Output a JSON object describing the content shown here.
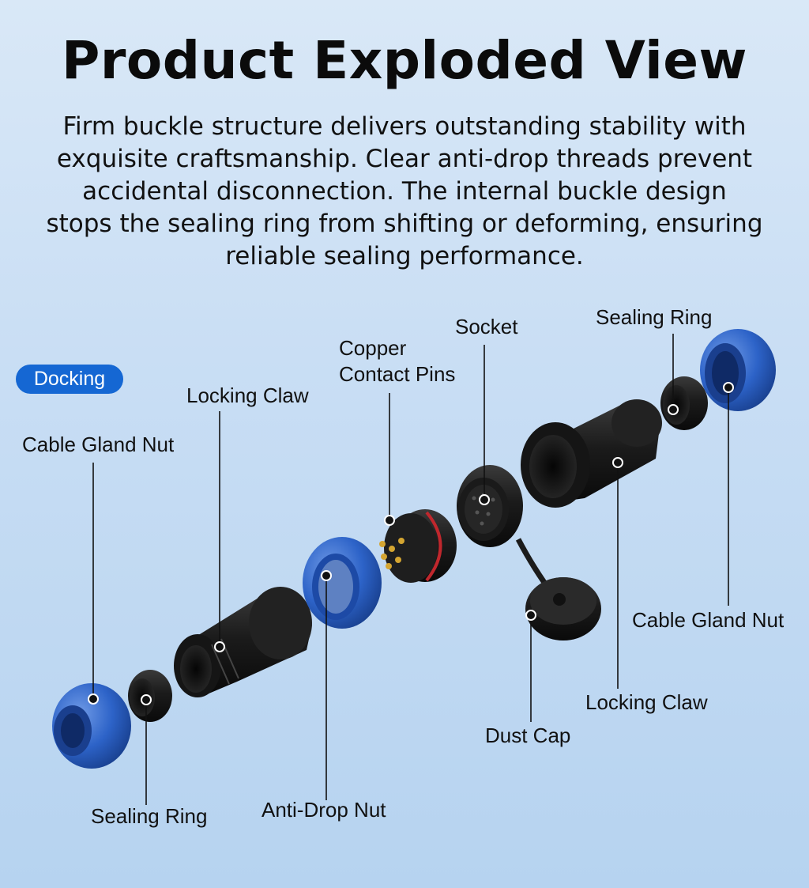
{
  "title": "Product Exploded View",
  "description_lines": [
    "Firm buckle structure delivers outstanding stability with",
    "exquisite craftsmanship. Clear anti-drop threads prevent",
    "accidental disconnection. The internal buckle design",
    "stops the sealing ring from shifting or deforming, ensuring",
    "reliable sealing performance."
  ],
  "badge": "Docking",
  "labels": {
    "cable_gland_nut_left": "Cable Gland Nut",
    "locking_claw_left": "Locking Claw",
    "sealing_ring_left": "Sealing Ring",
    "anti_drop_nut": "Anti-Drop Nut",
    "copper_contact_pins_1": "Copper",
    "copper_contact_pins_2": "Contact Pins",
    "socket": "Socket",
    "sealing_ring_right": "Sealing Ring",
    "cable_gland_nut_right": "Cable Gland Nut",
    "locking_claw_right": "Locking Claw",
    "dust_cap": "Dust Cap"
  },
  "colors": {
    "blue_part": "#2d63c8",
    "black_part": "#1b1b1b",
    "badge": "#1567d3",
    "accent_ring": "#c0272d",
    "pins": "#d4a531"
  }
}
